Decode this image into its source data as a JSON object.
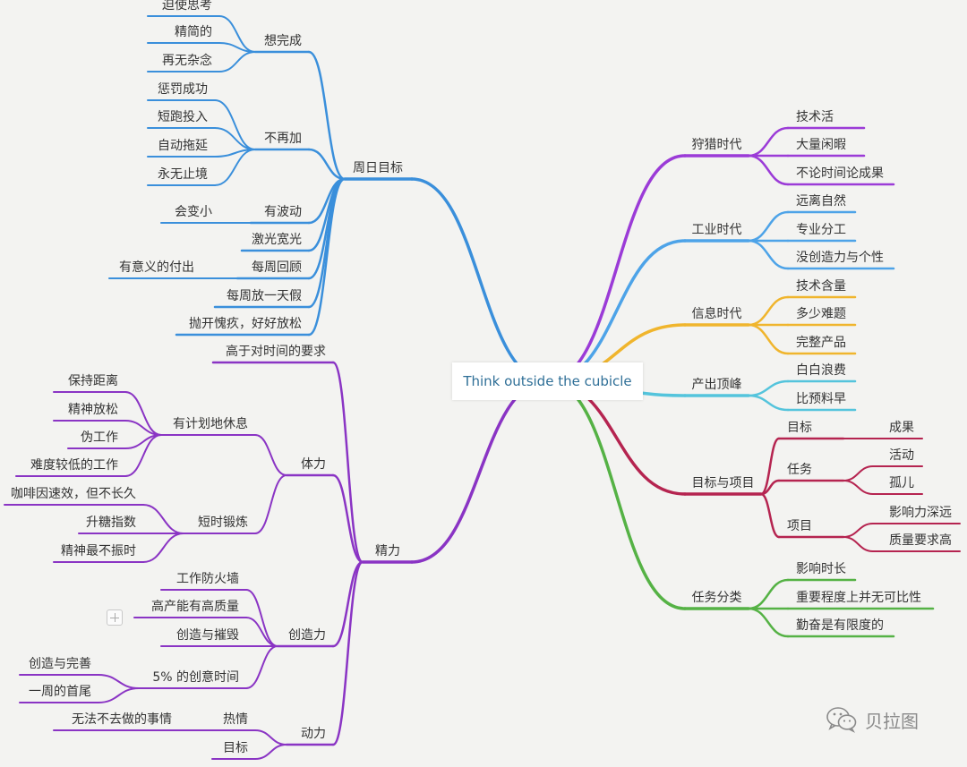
{
  "root": {
    "label": "Think outside the cubicle"
  },
  "colors": {
    "blue": "#3a8fdb",
    "purple": "#8a34c4",
    "violet": "#9b3bd7",
    "skyblue": "#4da3e8",
    "amber": "#f0b52d",
    "cyan": "#54c4dc",
    "crimson": "#b52450",
    "green": "#55b245"
  },
  "right": [
    {
      "label": "狩猎时代",
      "color": "violet",
      "children": [
        "技术活",
        "大量闲暇",
        "不论时间论成果"
      ]
    },
    {
      "label": "工业时代",
      "color": "skyblue",
      "children": [
        "远离自然",
        "专业分工",
        "没创造力与个性"
      ]
    },
    {
      "label": "信息时代",
      "color": "amber",
      "children": [
        "技术含量",
        "多少难题",
        "完整产品"
      ]
    },
    {
      "label": "产出顶峰",
      "color": "cyan",
      "children": [
        "白白浪费",
        "比预料早"
      ]
    },
    {
      "label": "目标与项目",
      "color": "crimson",
      "children": [
        {
          "label": "目标",
          "children": [
            "成果"
          ]
        },
        {
          "label": "任务",
          "children": [
            "活动",
            "孤儿"
          ]
        },
        {
          "label": "项目",
          "children": [
            "影响力深远",
            "质量要求高"
          ]
        }
      ]
    },
    {
      "label": "任务分类",
      "color": "green",
      "children": [
        "影响时长",
        "重要程度上并无可比性",
        "勤奋是有限度的"
      ]
    }
  ],
  "left": [
    {
      "label": "周日目标",
      "color": "blue",
      "children": [
        {
          "label": "想完成",
          "children": [
            "迫使思考",
            "精简的",
            "再无杂念"
          ]
        },
        {
          "label": "不再加",
          "children": [
            "惩罚成功",
            "短跑投入",
            "自动拖延",
            "永无止境"
          ]
        },
        {
          "label": "有波动",
          "children": [
            "会变小"
          ]
        },
        {
          "label": "激光宽光",
          "children": []
        },
        {
          "label": "每周回顾",
          "children": [
            "有意义的付出"
          ]
        },
        {
          "label": "每周放一天假",
          "children": []
        },
        {
          "label": "抛开愧疚，好好放松",
          "children": []
        }
      ]
    },
    {
      "label": "精力",
      "color": "purple",
      "children": [
        {
          "label": "高于对时间的要求",
          "children": []
        },
        {
          "label": "体力",
          "children": [
            {
              "label": "有计划地休息",
              "children": [
                "保持距离",
                "精神放松",
                "伪工作",
                "难度较低的工作"
              ]
            },
            {
              "label": "短时锻炼",
              "children": [
                "咖啡因速效，但不长久",
                "升糖指数",
                "精神最不振时"
              ]
            }
          ]
        },
        {
          "label": "创造力",
          "children": [
            {
              "label": "工作防火墙",
              "children": []
            },
            {
              "label": "高产能有高质量",
              "children": []
            },
            {
              "label": "创造与摧毁",
              "children": []
            },
            {
              "label": "5% 的创意时间",
              "children": [
                "创造与完善",
                "一周的首尾"
              ]
            }
          ]
        },
        {
          "label": "动力",
          "children": [
            {
              "label": "热情",
              "children": [
                "无法不去做的事情"
              ]
            },
            {
              "label": "目标",
              "children": []
            }
          ]
        }
      ]
    }
  ],
  "watermark": {
    "text": "贝拉图",
    "icon": "wechat-icon"
  }
}
